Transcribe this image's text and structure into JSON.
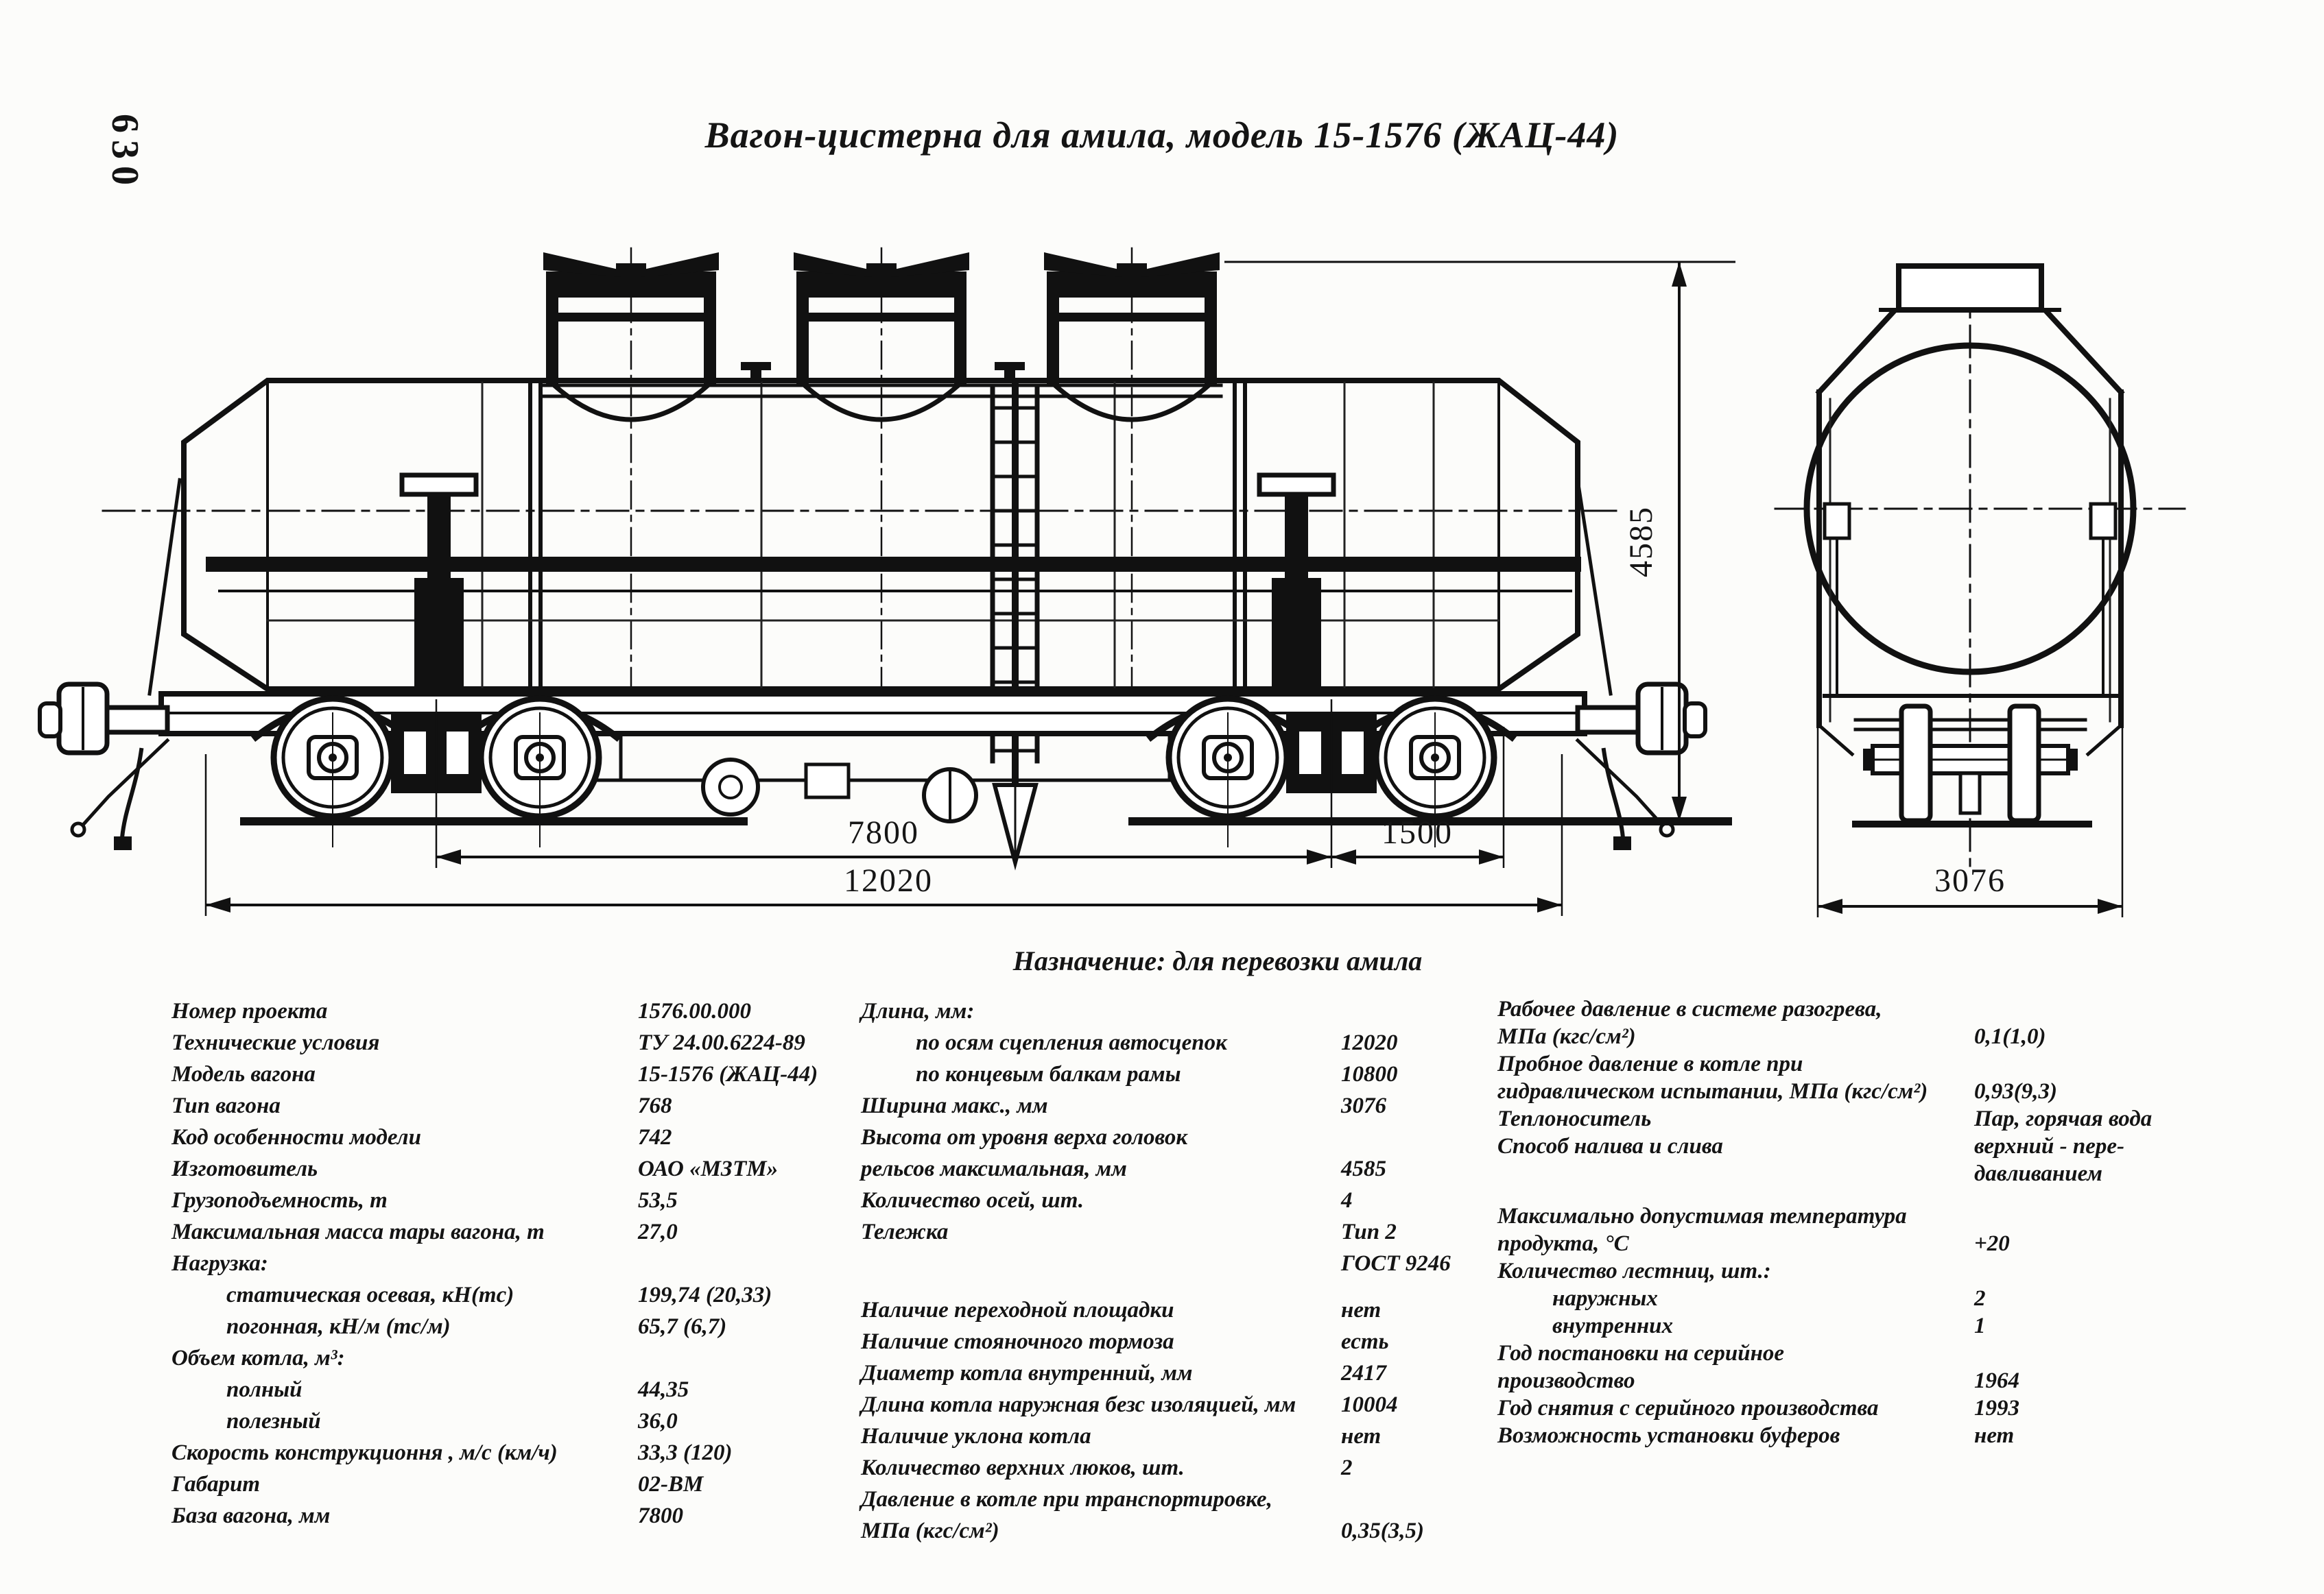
{
  "page": {
    "number": "630",
    "title": "Вагон-цистерна для амила, модель 15-1576 (ЖАЦ-44)",
    "purpose": "Назначение: для перевозки амила"
  },
  "drawing": {
    "dimensions": {
      "bogie_base_mm": "7800",
      "bogie_to_coupler_mm": "1500",
      "length_over_couplers_mm": "12020",
      "height_from_rail_mm": "4585",
      "width_mm": "3076"
    }
  },
  "specs": {
    "col1": [
      {
        "label": "Номер проекта",
        "value": "1576.00.000"
      },
      {
        "label": "Технические условия",
        "value": "ТУ 24.00.6224-89"
      },
      {
        "label": "Модель вагона",
        "value": "15-1576 (ЖАЦ-44)"
      },
      {
        "label": "Тип вагона",
        "value": "768"
      },
      {
        "label": "Код особенности модели",
        "value": "742"
      },
      {
        "label": "Изготовитель",
        "value": "ОАО «МЗТМ»"
      },
      {
        "label": "Грузоподъемность, т",
        "value": "53,5"
      },
      {
        "label": "Максимальная масса тары вагона, т",
        "value": "27,0"
      },
      {
        "label": "Нагрузка:",
        "value": ""
      },
      {
        "label": "статическая осевая, кН(тс)",
        "value": "199,74 (20,33)",
        "indent": true
      },
      {
        "label": "погонная, кН/м (тс/м)",
        "value": "65,7 (6,7)",
        "indent": true
      },
      {
        "label": "Объем котла, м³:",
        "value": ""
      },
      {
        "label": "полный",
        "value": "44,35",
        "indent": true
      },
      {
        "label": "полезный",
        "value": "36,0",
        "indent": true
      },
      {
        "label": "Скорость конструкционня , м/с (км/ч)",
        "value": "33,3 (120)"
      },
      {
        "label": "Габарит",
        "value": "02-ВМ"
      },
      {
        "label": "База вагона, мм",
        "value": "7800"
      }
    ],
    "col2": [
      {
        "label": "Длина, мм:",
        "value": ""
      },
      {
        "label": "по осям сцепления автосцепок",
        "value": "12020",
        "indent": true
      },
      {
        "label": "по концевым балкам рамы",
        "value": "10800",
        "indent": true
      },
      {
        "label": "Ширина макс., мм",
        "value": "3076"
      },
      {
        "label": "Высота от уровня верха головок",
        "value": ""
      },
      {
        "label": "рельсов максимальная, мм",
        "value": "4585"
      },
      {
        "label": "Количество осей, шт.",
        "value": "4"
      },
      {
        "label": "Тележка",
        "value": "Тип 2"
      },
      {
        "label": "",
        "value": "ГОСТ 9246"
      },
      {
        "label": "Наличие переходной площадки",
        "value": "нет",
        "gap": true
      },
      {
        "label": "Наличие стояночного тормоза",
        "value": "есть"
      },
      {
        "label": "Диаметр котла внутренний, мм",
        "value": "2417"
      },
      {
        "label": "Длина котла наружная безс изоляцией, мм",
        "value": "10004"
      },
      {
        "label": "Наличие уклона котла",
        "value": "нет"
      },
      {
        "label": "Количество верхних люков, шт.",
        "value": "2"
      },
      {
        "label": "Давление в котле при транспортировке,",
        "value": ""
      },
      {
        "label": "МПа (кгс/см²)",
        "value": "0,35(3,5)"
      }
    ],
    "col3": [
      {
        "label": "Рабочее давление в системе разогрева,",
        "value": ""
      },
      {
        "label": "МПа (кгс/см²)",
        "value": "0,1(1,0)"
      },
      {
        "label": "Пробное давление в котле при",
        "value": ""
      },
      {
        "label": "гидравлическом испытании, МПа (кгс/см²)",
        "value": "0,93(9,3)"
      },
      {
        "label": "Теплоноситель",
        "value": "Пар, горячая вода"
      },
      {
        "label": "Способ налива и слива",
        "value": "верхний - пере-"
      },
      {
        "label": "",
        "value": "давливанием"
      },
      {
        "label": "Максимально допустимая температура",
        "value": "",
        "gap": true
      },
      {
        "label": "продукта, °С",
        "value": "+20"
      },
      {
        "label": "Количество лестниц, шт.:",
        "value": ""
      },
      {
        "label": "наружных",
        "value": "2",
        "indent": true
      },
      {
        "label": "внутренних",
        "value": "1",
        "indent": true
      },
      {
        "label": "Год постановки на серийное",
        "value": ""
      },
      {
        "label": "производство",
        "value": "1964"
      },
      {
        "label": "Год снятия с серийного производства",
        "value": "1993"
      },
      {
        "label": "Возможность установки буферов",
        "value": "нет"
      }
    ]
  }
}
